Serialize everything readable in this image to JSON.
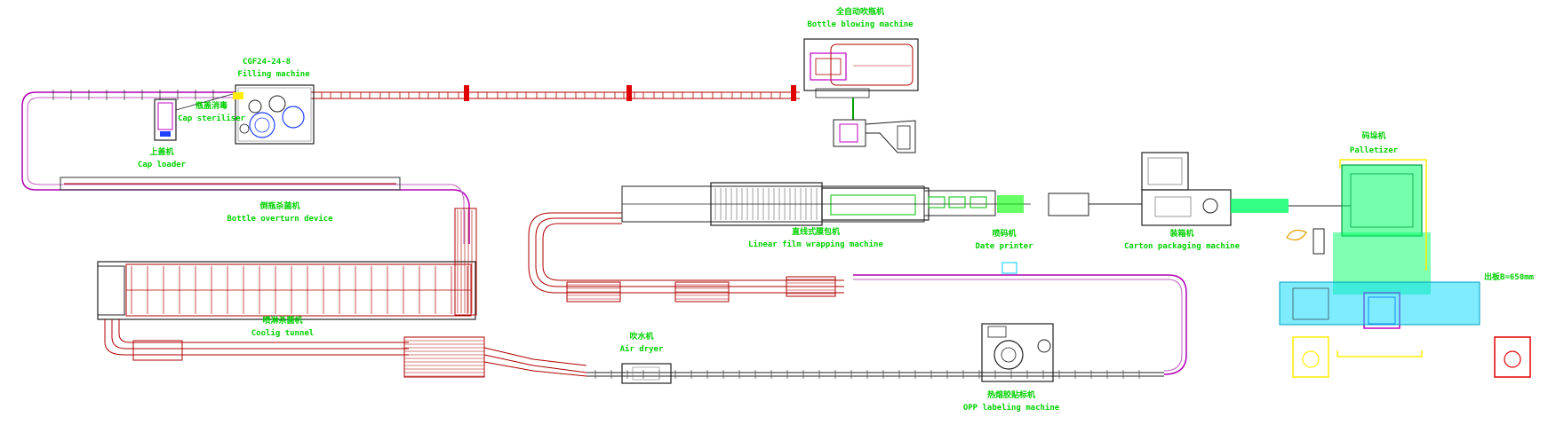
{
  "colors": {
    "label": "#00d000",
    "conveyor": "#b00000",
    "frame": "#202020",
    "accent": "#c000c0",
    "bright": "#00ff00",
    "cyan": "#00d8ff",
    "yellow": "#ffee00"
  },
  "labels": {
    "bottle_blowing": {
      "zh": "全自动吹瓶机",
      "en": "Bottle blowing machine"
    },
    "filling": {
      "model": "CGF24-24-8",
      "en": "Filling machine"
    },
    "cap_steriliser": {
      "zh": "瓶盖消毒",
      "en": "Cap steriliser"
    },
    "cap_loader": {
      "zh": "上盖机",
      "en": "Cap loader"
    },
    "overturn": {
      "zh": "倒瓶杀菌机",
      "en": "Bottle overturn device"
    },
    "cooling": {
      "zh": "喷淋杀菌机",
      "en": "Coolig tunnel"
    },
    "air_dryer": {
      "zh": "吹水机",
      "en": "Air dryer"
    },
    "film_wrapping": {
      "zh": "直线式膜包机",
      "en": "Linear film wrapping machine"
    },
    "date_printer": {
      "zh": "喷码机",
      "en": "Date printer"
    },
    "carton": {
      "zh": "装箱机",
      "en": "Carton packaging machine"
    },
    "palletizer": {
      "zh": "码垛机",
      "en": "Palletizer"
    },
    "opp": {
      "zh": "热熔胶贴标机",
      "en": "OPP labeling machine"
    },
    "exit_width": {
      "en": "出板B=650mm"
    }
  }
}
